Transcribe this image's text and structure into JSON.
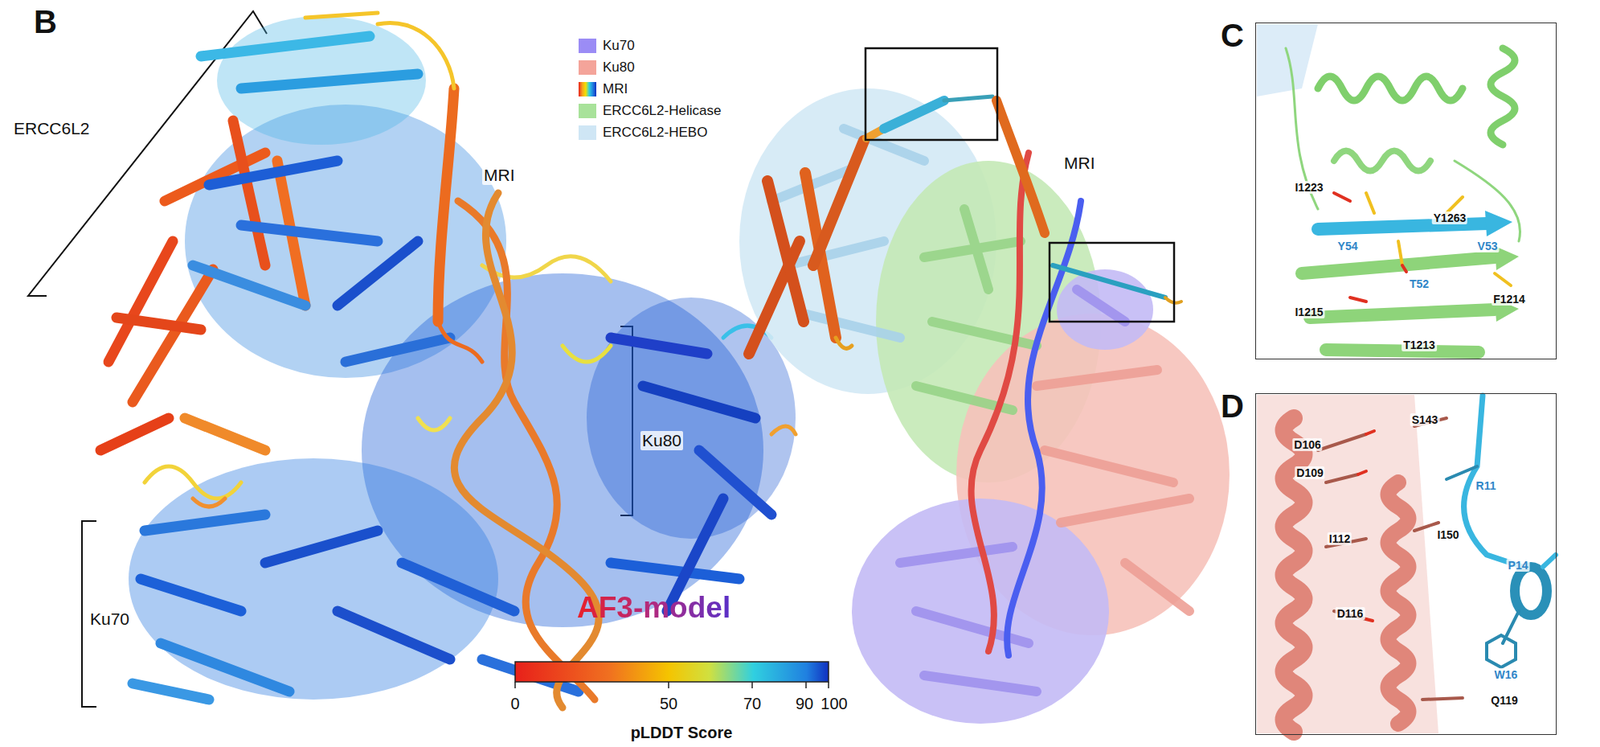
{
  "diagram": {
    "nodes": [
      {
        "text": [
          "C",
          "I1223",
          "Y1263",
          "Y54",
          "V53",
          "T52",
          "F1214",
          "I1215",
          "T1213"
        ]
      },
      {
        "text": [
          "D",
          "D106",
          "S143",
          "D109",
          "R11",
          "I112",
          "I150",
          "P14",
          "D116",
          "W16",
          "Q119"
        ]
      }
    ],
    "labels": [
      "B",
      "ERCC6L2",
      "MRI",
      "Ku80",
      "Ku70",
      "MRI",
      "AF3-model",
      "0",
      "50",
      "70",
      "90",
      "100",
      "pLDDT Score"
    ],
    "legend": [
      {
        "text": "Ku70",
        "color": "#9b8cf5"
      },
      {
        "text": "Ku80",
        "color": "#f4a49a"
      },
      {
        "text": "MRI"
      },
      {
        "text": "ERCC6L2-Helicase",
        "color": "#a8e29a"
      },
      {
        "text": "ERCC6L2-HEBO",
        "color": "#cfe6f5"
      }
    ]
  }
}
